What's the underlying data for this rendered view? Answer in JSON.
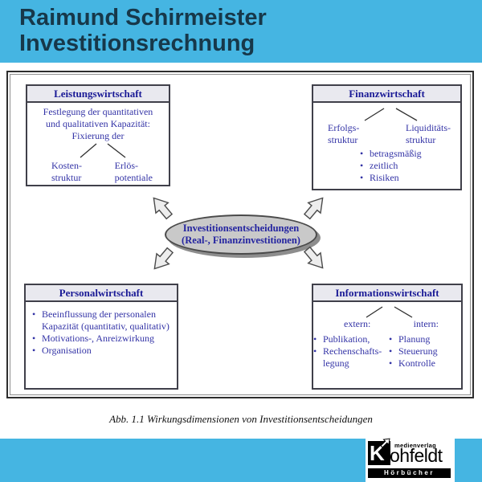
{
  "header": {
    "title_line1": "Raimund Schirmeister",
    "title_line2": "Investitionsrechnung"
  },
  "diagram": {
    "center_ellipse": {
      "line1": "Investitionsentscheidungen",
      "line2": "(Real-, Finanzinvestitionen)"
    },
    "boxes": {
      "leistung": {
        "title": "Leistungswirtschaft",
        "intro_lines": [
          "Festlegung der quantitativen",
          "und qualitativen Kapazität:",
          "Fixierung der"
        ],
        "left_label_line1": "Kosten-",
        "left_label_line2": "struktur",
        "right_label_line1": "Erlös-",
        "right_label_line2": "potentiale"
      },
      "finanz": {
        "title": "Finanzwirtschaft",
        "left_label_line1": "Erfolgs-",
        "left_label_line2": "struktur",
        "right_label_line1": "Liquiditäts-",
        "right_label_line2": "struktur",
        "bullets": [
          "betragsmäßig",
          "zeitlich",
          "Risiken"
        ]
      },
      "personal": {
        "title": "Personalwirtschaft",
        "bullets": [
          "Beeinflussung der personalen Kapazität (quantitativ, qualitativ)",
          "Motivations-, Anreizwirkung",
          "Organisation"
        ]
      },
      "information": {
        "title": "Informationswirtschaft",
        "left_label": "extern:",
        "right_label": "intern:",
        "left_bullets": [
          "Publikation,",
          "Rechenschafts&#8203;legung"
        ],
        "left_bullet_1": "Publikation,",
        "left_bullet_2": "Rechenschafts-legung",
        "right_bullets": [
          "Planung",
          "Steuerung",
          "Kontrolle"
        ]
      }
    }
  },
  "caption": "Abb. 1.1 Wirkungsdimensionen von Investitionsentscheidungen",
  "logo": {
    "k_letter": "K",
    "name_rest": "ohfeldt",
    "tagline_top": "medienverlag",
    "tagline_bottom": "Hörbücher"
  },
  "colors": {
    "band_blue": "#45b5e2",
    "banner_text": "#17384a",
    "box_title_navy": "#1a1a96",
    "body_text_blue": "#3333a6",
    "ellipse_fill": "#c9c9c9",
    "ellipse_shadow": "#8d8d8d",
    "arrow_fill": "#ededed"
  }
}
